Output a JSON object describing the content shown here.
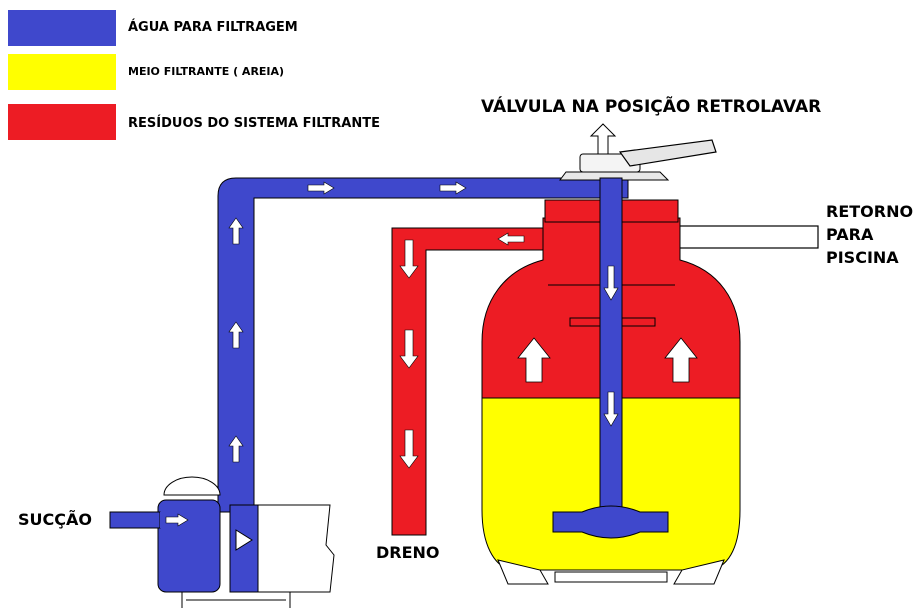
{
  "colors": {
    "agua": "#3f48cc",
    "meio": "#ffff00",
    "residuos": "#ed1c24",
    "outline": "#000000",
    "arrow": "#ffffff"
  },
  "legend": {
    "agua": "ÁGUA PARA FILTRAGEM",
    "meio": "MEIO FILTRANTE ( AREIA)",
    "residuos": "RESÍDUOS DO SISTEMA FILTRANTE"
  },
  "labels": {
    "valvula": "VÁLVULA NA POSIÇÃO RETROLAVAR",
    "retorno_1": "RETORNO",
    "retorno_2": "PARA",
    "retorno_3": "PISCINA",
    "succao": "SUCÇÃO",
    "dreno": "DRENO"
  }
}
